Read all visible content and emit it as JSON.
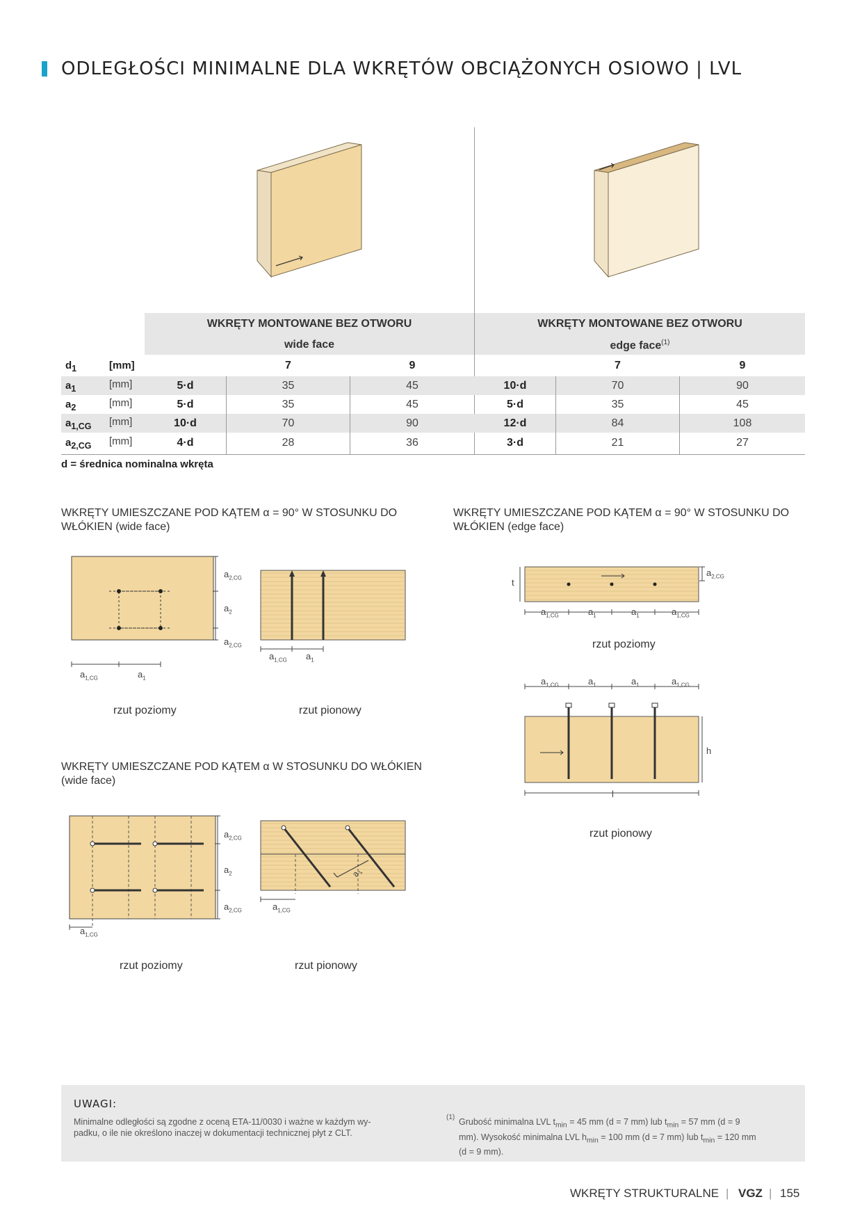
{
  "title": "ODLEGŁOŚCI MINIMALNE DLA WKRĘTÓW OBCIĄŻONYCH OSIOWO | LVL",
  "table": {
    "group_left": {
      "heading": "WKRĘTY MONTOWANE BEZ OTWORU",
      "sub": "wide face",
      "sub_note": ""
    },
    "group_right": {
      "heading": "WKRĘTY MONTOWANE BEZ OTWORU",
      "sub": "edge face",
      "sub_note": "(1)"
    },
    "header_row": {
      "label": "d",
      "label_sub": "1",
      "unit": "[mm]",
      "left_cols": [
        "7",
        "9"
      ],
      "right_cols": [
        "7",
        "9"
      ]
    },
    "rows": [
      {
        "label": "a",
        "label_sub": "1",
        "unit": "[mm]",
        "left_formula": "5·d",
        "left_values": [
          "35",
          "45"
        ],
        "right_formula": "10·d",
        "right_values": [
          "70",
          "90"
        ]
      },
      {
        "label": "a",
        "label_sub": "2",
        "unit": "[mm]",
        "left_formula": "5·d",
        "left_values": [
          "35",
          "45"
        ],
        "right_formula": "5·d",
        "right_values": [
          "35",
          "45"
        ]
      },
      {
        "label": "a",
        "label_sub": "1,CG",
        "unit": "[mm]",
        "left_formula": "10·d",
        "left_values": [
          "70",
          "90"
        ],
        "right_formula": "12·d",
        "right_values": [
          "84",
          "108"
        ]
      },
      {
        "label": "a",
        "label_sub": "2,CG",
        "unit": "[mm]",
        "left_formula": "4·d",
        "left_values": [
          "28",
          "36"
        ],
        "right_formula": "3·d",
        "right_values": [
          "21",
          "27"
        ]
      }
    ],
    "footnote": "d = średnica nominalna wkręta"
  },
  "sections": {
    "wide_90": {
      "heading_line1": "WKRĘTY UMIESZCZANE POD KĄTEM α = 90° W STOSUNKU DO",
      "heading_line2": "WŁÓKIEN (wide face)"
    },
    "edge_90": {
      "heading_line1": "WKRĘTY UMIESZCZANE POD KĄTEM α = 90° W STOSUNKU DO",
      "heading_line2": "WŁÓKIEN (edge face)"
    },
    "wide_alpha": {
      "heading_line1": "WKRĘTY UMIESZCZANE POD KĄTEM α W STOSUNKU DO WŁÓKIEN",
      "heading_line2": "(wide face)"
    }
  },
  "captions": {
    "rzut_poziomy": "rzut poziomy",
    "rzut_pionowy": "rzut pionowy"
  },
  "diagram_labels": {
    "a": "a",
    "sub_1": "1",
    "sub_2": "2",
    "sub_1cg": "1,CG",
    "sub_2cg": "2,CG",
    "t": "t",
    "h": "h",
    "l": "l"
  },
  "remarks": {
    "title": "UWAGI:",
    "left_line1": "Minimalne odległości są zgodne z oceną ETA-11/0030 i ważne w każdym wy-",
    "left_line2": "padku, o ile nie określono inaczej w dokumentacji technicznej płyt z CLT.",
    "note_mark": "(1)",
    "right_line1": "Grubość minimalna LVL t",
    "right_line1_sub": "min",
    "right_line1_b": " = 45 mm (d = 7 mm) lub t",
    "right_line1_sub2": "min",
    "right_line1_c": " = 57 mm (d = 9",
    "right_line2": "mm). Wysokość minimalna LVL h",
    "right_line2_sub": "min",
    "right_line2_b": " = 100 mm (d = 7 mm) lub t",
    "right_line2_sub2": "min",
    "right_line2_c": " = 120 mm",
    "right_line3": "(d = 9 mm)."
  },
  "footer": {
    "section": "WKRĘTY STRUKTURALNE",
    "product": "VGZ",
    "page": "155"
  },
  "colors": {
    "accent": "#1aa3c9",
    "wood": "#f2d7a0",
    "wood_light": "#f7ecd2",
    "table_grey": "#e6e6e6"
  }
}
